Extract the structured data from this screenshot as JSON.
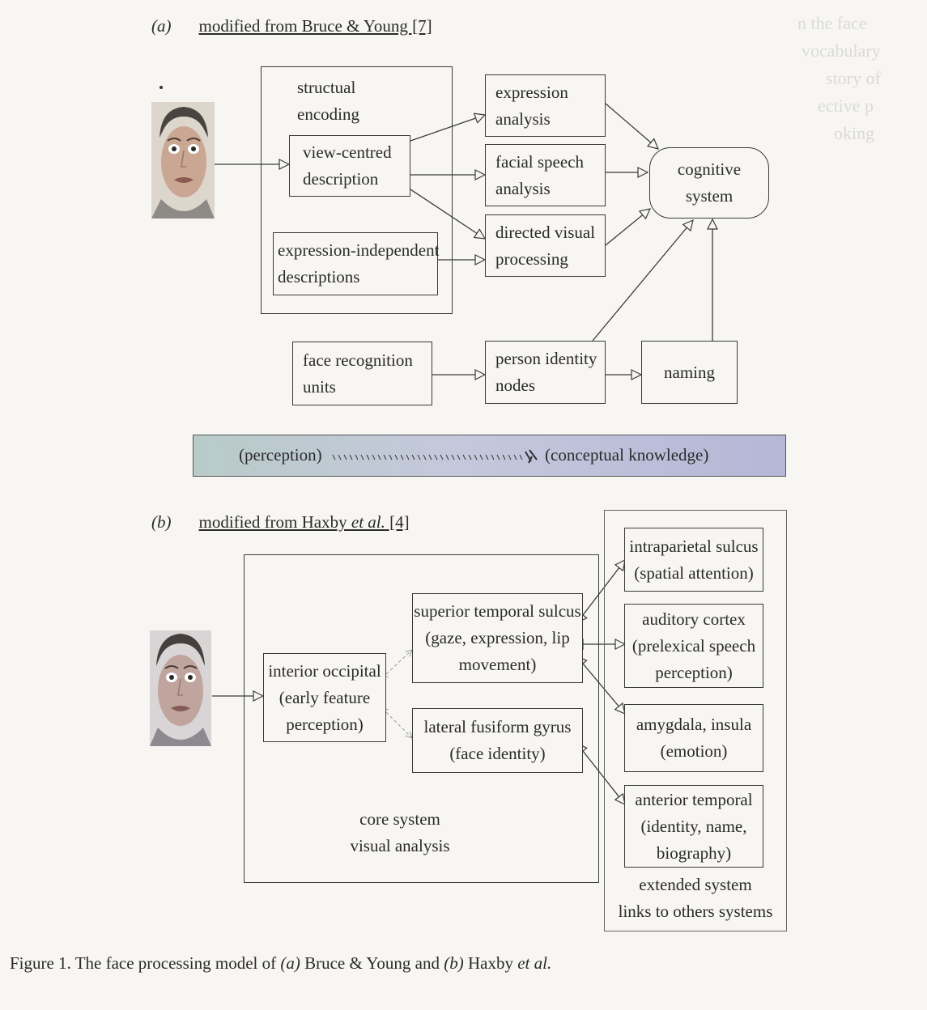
{
  "panel_a": {
    "label": "(a)",
    "source": "modified from Bruce & Young [7]",
    "structural_encoding": [
      "structual",
      "encoding"
    ],
    "view_centred": [
      "view-centred",
      "description"
    ],
    "expression_independent": [
      "expression-independent",
      "descriptions"
    ],
    "expression_analysis": [
      "expression",
      "analysis"
    ],
    "facial_speech": [
      "facial speech",
      "analysis"
    ],
    "directed_visual": [
      "directed visual",
      "processing"
    ],
    "cognitive_system": [
      "cognitive",
      "system"
    ],
    "face_recognition_units": [
      "face recognition",
      "units"
    ],
    "person_identity_nodes": [
      "person identity",
      "nodes"
    ],
    "naming": "naming"
  },
  "banner": {
    "left": "(perception)",
    "right": "(conceptual knowledge)"
  },
  "panel_b": {
    "label": "(b)",
    "source_prefix": "modified from Haxby ",
    "source_italic": "et al.",
    "source_suffix": " [4]",
    "interior_occipital": [
      "interior occipital",
      "(early feature",
      "perception)"
    ],
    "superior_temporal": [
      "superior temporal sulcus",
      "(gaze, expression, lip",
      "movement)"
    ],
    "lateral_fusiform": [
      "lateral fusiform gyrus",
      "(face identity)"
    ],
    "core_system": [
      "core system",
      "visual analysis"
    ],
    "intraparietal": [
      "intraparietal sulcus",
      "(spatial attention)"
    ],
    "auditory": [
      "auditory cortex",
      "(prelexical speech",
      "perception)"
    ],
    "amygdala": [
      "amygdala, insula",
      "(emotion)"
    ],
    "anterior_temporal": [
      "anterior temporal",
      "(identity, name,",
      "biography)"
    ],
    "extended_system": [
      "extended system",
      "links to others systems"
    ]
  },
  "caption": {
    "prefix": "Figure 1. The face processing model of ",
    "a": "(a)",
    "mid": " Bruce & Young and ",
    "b": "(b)",
    "mid2": " Haxby ",
    "etal": "et al."
  },
  "colors": {
    "ink": "#2a2a2a",
    "paper": "#f7f6f3",
    "banner_left": "#b8cbc9",
    "banner_right": "#b4b7d6"
  }
}
